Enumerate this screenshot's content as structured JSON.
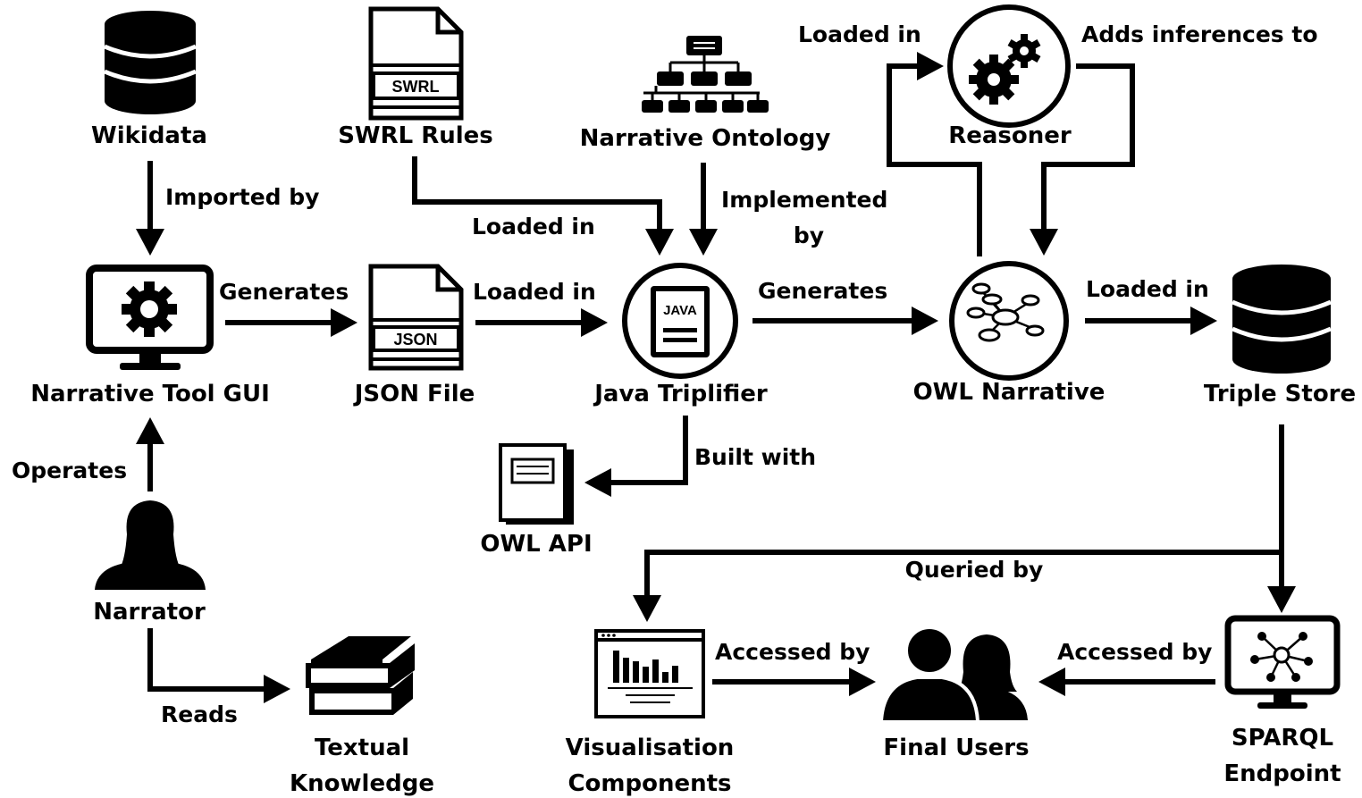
{
  "nodes": {
    "wikidata": "Wikidata",
    "swrl_rules": "SWRL Rules",
    "narrative_ontology": "Narrative Ontology",
    "reasoner": "Reasoner",
    "narrative_tool_gui": "Narrative Tool GUI",
    "json_file": "JSON File",
    "java_triplifier": "Java Triplifier",
    "owl_narrative": "OWL Narrative",
    "triple_store": "Triple Store",
    "owl_api": "OWL API",
    "narrator": "Narrator",
    "textual_knowledge_line1": "Textual",
    "textual_knowledge_line2": "Knowledge",
    "visualisation_line1": "Visualisation",
    "visualisation_line2": "Components",
    "final_users": "Final Users",
    "sparql_line1": "SPARQL",
    "sparql_line2": "Endpoint"
  },
  "icon_text": {
    "swrl": "SWRL",
    "json": "JSON",
    "java": "JAVA"
  },
  "edges": {
    "imported_by": "Imported by",
    "generates_json": "Generates",
    "loaded_in_json": "Loaded in",
    "loaded_in_swrl": "Loaded in",
    "implemented_line1": "Implemented",
    "implemented_line2": "by",
    "generates_owl": "Generates",
    "loaded_in_reasoner": "Loaded in",
    "adds_inferences": "Adds inferences to",
    "loaded_in_store": "Loaded in",
    "built_with": "Built with",
    "operates": "Operates",
    "reads": "Reads",
    "queried_by": "Queried by",
    "accessed_by_vis": "Accessed by",
    "accessed_by_sparql": "Accessed by"
  }
}
